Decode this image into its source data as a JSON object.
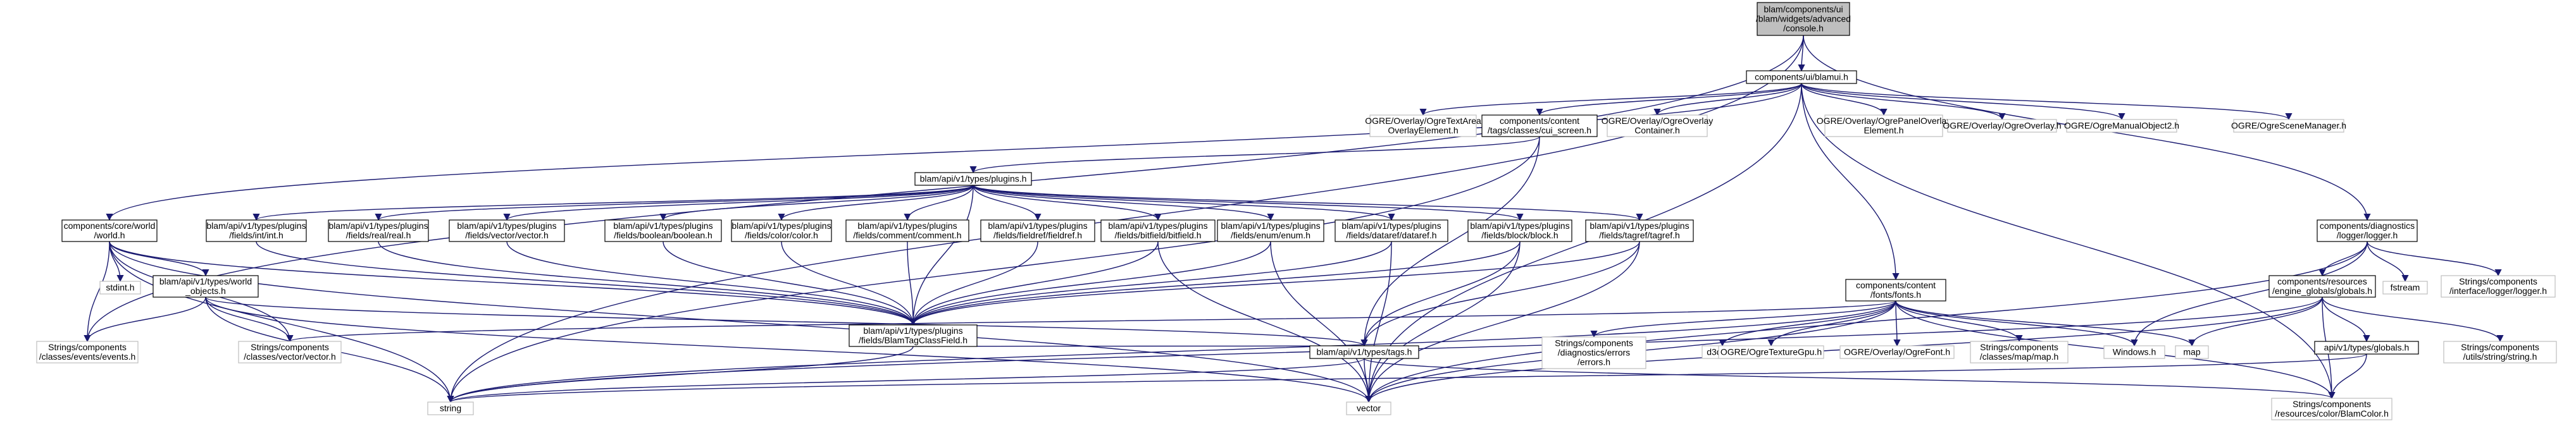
{
  "graph": {
    "nodes": [
      {
        "id": "console",
        "lines": [
          "blam/components/ui",
          "/blam/widgets/advanced",
          "/console.h"
        ],
        "style": "root",
        "interactable": false
      },
      {
        "id": "blamui",
        "lines": [
          "components/ui/blamui.h"
        ],
        "style": "normal",
        "interactable": true
      },
      {
        "id": "ogre_textarea",
        "lines": [
          "OGRE/Overlay/OgreTextArea",
          "OverlayElement.h"
        ],
        "style": "external",
        "interactable": false
      },
      {
        "id": "cui_screen",
        "lines": [
          "components/content",
          "/tags/classes/cui_screen.h"
        ],
        "style": "normal",
        "interactable": true
      },
      {
        "id": "ogre_container",
        "lines": [
          "OGRE/Overlay/OgreOverlay",
          "Container.h"
        ],
        "style": "external",
        "interactable": false
      },
      {
        "id": "ogre_panel",
        "lines": [
          "OGRE/Overlay/OgrePanelOverlay",
          "Element.h"
        ],
        "style": "external",
        "interactable": false
      },
      {
        "id": "ogre_overlay",
        "lines": [
          "OGRE/Overlay/OgreOverlay.h"
        ],
        "style": "external",
        "interactable": false
      },
      {
        "id": "ogre_manual",
        "lines": [
          "OGRE/OgreManualObject2.h"
        ],
        "style": "external",
        "interactable": false
      },
      {
        "id": "ogre_scene",
        "lines": [
          "OGRE/OgreSceneManager.h"
        ],
        "style": "external",
        "interactable": false
      },
      {
        "id": "plugins",
        "lines": [
          "blam/api/v1/types/plugins.h"
        ],
        "style": "normal",
        "interactable": true
      },
      {
        "id": "world",
        "lines": [
          "components/core/world",
          "/world.h"
        ],
        "style": "normal",
        "interactable": true
      },
      {
        "id": "p_int",
        "lines": [
          "blam/api/v1/types/plugins",
          "/fields/int/int.h"
        ],
        "style": "normal",
        "interactable": true
      },
      {
        "id": "p_real",
        "lines": [
          "blam/api/v1/types/plugins",
          "/fields/real/real.h"
        ],
        "style": "normal",
        "interactable": true
      },
      {
        "id": "p_vector",
        "lines": [
          "blam/api/v1/types/plugins",
          "/fields/vector/vector.h"
        ],
        "style": "normal",
        "interactable": true
      },
      {
        "id": "p_boolean",
        "lines": [
          "blam/api/v1/types/plugins",
          "/fields/boolean/boolean.h"
        ],
        "style": "normal",
        "interactable": true
      },
      {
        "id": "p_color",
        "lines": [
          "blam/api/v1/types/plugins",
          "/fields/color/color.h"
        ],
        "style": "normal",
        "interactable": true
      },
      {
        "id": "p_comment",
        "lines": [
          "blam/api/v1/types/plugins",
          "/fields/comment/comment.h"
        ],
        "style": "normal",
        "interactable": true
      },
      {
        "id": "p_fieldref",
        "lines": [
          "blam/api/v1/types/plugins",
          "/fields/fieldref/fieldref.h"
        ],
        "style": "normal",
        "interactable": true
      },
      {
        "id": "p_bitfield",
        "lines": [
          "blam/api/v1/types/plugins",
          "/fields/bitfield/bitfield.h"
        ],
        "style": "normal",
        "interactable": true
      },
      {
        "id": "p_enum",
        "lines": [
          "blam/api/v1/types/plugins",
          "/fields/enum/enum.h"
        ],
        "style": "normal",
        "interactable": true
      },
      {
        "id": "p_dataref",
        "lines": [
          "blam/api/v1/types/plugins",
          "/fields/dataref/dataref.h"
        ],
        "style": "normal",
        "interactable": true
      },
      {
        "id": "p_block",
        "lines": [
          "blam/api/v1/types/plugins",
          "/fields/block/block.h"
        ],
        "style": "normal",
        "interactable": true
      },
      {
        "id": "p_tagref",
        "lines": [
          "blam/api/v1/types/plugins",
          "/fields/tagref/tagref.h"
        ],
        "style": "normal",
        "interactable": true
      },
      {
        "id": "diag_logger",
        "lines": [
          "components/diagnostics",
          "/logger/logger.h"
        ],
        "style": "normal",
        "interactable": true
      },
      {
        "id": "stdint",
        "lines": [
          "stdint.h"
        ],
        "style": "external",
        "interactable": false
      },
      {
        "id": "world_objects",
        "lines": [
          "blam/api/v1/types/world",
          "_objects.h"
        ],
        "style": "normal",
        "interactable": true
      },
      {
        "id": "tagclassfield",
        "lines": [
          "blam/api/v1/types/plugins",
          "/fields/BlamTagClassField.h"
        ],
        "style": "normal",
        "interactable": true
      },
      {
        "id": "fonts",
        "lines": [
          "components/content",
          "/fonts/fonts.h"
        ],
        "style": "normal",
        "interactable": true
      },
      {
        "id": "fstream",
        "lines": [
          "fstream"
        ],
        "style": "external",
        "interactable": false
      },
      {
        "id": "iface_logger",
        "lines": [
          "Strings/components",
          "/interface/logger/logger.h"
        ],
        "style": "external",
        "interactable": false
      },
      {
        "id": "engine_globals",
        "lines": [
          "components/resources",
          "/engine_globals/globals.h"
        ],
        "style": "normal",
        "interactable": true
      },
      {
        "id": "events",
        "lines": [
          "Strings/components",
          "/classes/events/events.h"
        ],
        "style": "external",
        "interactable": false
      },
      {
        "id": "vector_h",
        "lines": [
          "Strings/components",
          "/classes/vector/vector.h"
        ],
        "style": "external",
        "interactable": false
      },
      {
        "id": "tags",
        "lines": [
          "blam/api/v1/types/tags.h"
        ],
        "style": "normal",
        "interactable": true
      },
      {
        "id": "errors",
        "lines": [
          "Strings/components",
          "/diagnostics/errors",
          "/errors.h"
        ],
        "style": "external",
        "interactable": false
      },
      {
        "id": "d3d11",
        "lines": [
          "d3d11.h"
        ],
        "style": "external",
        "interactable": false
      },
      {
        "id": "ogre_texgpu",
        "lines": [
          "OGRE/OgreTextureGpu.h"
        ],
        "style": "external",
        "interactable": false
      },
      {
        "id": "ogre_font",
        "lines": [
          "OGRE/Overlay/OgreFont.h"
        ],
        "style": "external",
        "interactable": false
      },
      {
        "id": "map_h",
        "lines": [
          "Strings/components",
          "/classes/map/map.h"
        ],
        "style": "external",
        "interactable": false
      },
      {
        "id": "windows",
        "lines": [
          "Windows.h"
        ],
        "style": "external",
        "interactable": false
      },
      {
        "id": "map",
        "lines": [
          "map"
        ],
        "style": "external",
        "interactable": false
      },
      {
        "id": "api_globals",
        "lines": [
          "api/v1/types/globals.h"
        ],
        "style": "normal",
        "interactable": true
      },
      {
        "id": "string_h",
        "lines": [
          "Strings/components",
          "/utils/string/string.h"
        ],
        "style": "external",
        "interactable": false
      },
      {
        "id": "string",
        "lines": [
          "string"
        ],
        "style": "external",
        "interactable": false
      },
      {
        "id": "vector",
        "lines": [
          "vector"
        ],
        "style": "external",
        "interactable": false
      },
      {
        "id": "blamcolor",
        "lines": [
          "Strings/components",
          "/resources/color/BlamColor.h"
        ],
        "style": "external",
        "interactable": false
      }
    ],
    "edges": [
      [
        "console",
        "blamui"
      ],
      [
        "console",
        "diag_logger"
      ],
      [
        "console",
        "events"
      ],
      [
        "console",
        "string"
      ],
      [
        "blamui",
        "ogre_textarea"
      ],
      [
        "blamui",
        "cui_screen"
      ],
      [
        "blamui",
        "ogre_container"
      ],
      [
        "blamui",
        "ogre_panel"
      ],
      [
        "blamui",
        "ogre_overlay"
      ],
      [
        "blamui",
        "ogre_manual"
      ],
      [
        "blamui",
        "ogre_scene"
      ],
      [
        "blamui",
        "world"
      ],
      [
        "blamui",
        "fonts"
      ],
      [
        "blamui",
        "vector"
      ],
      [
        "blamui",
        "blamcolor"
      ],
      [
        "cui_screen",
        "plugins"
      ],
      [
        "cui_screen",
        "tags"
      ],
      [
        "cui_screen",
        "string"
      ],
      [
        "plugins",
        "p_int"
      ],
      [
        "plugins",
        "p_real"
      ],
      [
        "plugins",
        "p_vector"
      ],
      [
        "plugins",
        "p_boolean"
      ],
      [
        "plugins",
        "p_color"
      ],
      [
        "plugins",
        "p_comment"
      ],
      [
        "plugins",
        "p_fieldref"
      ],
      [
        "plugins",
        "p_bitfield"
      ],
      [
        "plugins",
        "p_enum"
      ],
      [
        "plugins",
        "p_dataref"
      ],
      [
        "plugins",
        "p_block"
      ],
      [
        "plugins",
        "p_tagref"
      ],
      [
        "plugins",
        "tagclassfield"
      ],
      [
        "p_int",
        "tagclassfield"
      ],
      [
        "p_real",
        "tagclassfield"
      ],
      [
        "p_vector",
        "tagclassfield"
      ],
      [
        "p_boolean",
        "tagclassfield"
      ],
      [
        "p_color",
        "tagclassfield"
      ],
      [
        "p_comment",
        "tagclassfield"
      ],
      [
        "p_fieldref",
        "tagclassfield"
      ],
      [
        "p_bitfield",
        "tagclassfield"
      ],
      [
        "p_enum",
        "tagclassfield"
      ],
      [
        "p_dataref",
        "tagclassfield"
      ],
      [
        "p_block",
        "tagclassfield"
      ],
      [
        "p_tagref",
        "tagclassfield"
      ],
      [
        "p_bitfield",
        "vector"
      ],
      [
        "p_enum",
        "vector"
      ],
      [
        "p_dataref",
        "vector"
      ],
      [
        "p_block",
        "vector"
      ],
      [
        "p_block",
        "tags"
      ],
      [
        "p_tagref",
        "tags"
      ],
      [
        "p_tagref",
        "vector"
      ],
      [
        "tagclassfield",
        "tags"
      ],
      [
        "tagclassfield",
        "string"
      ],
      [
        "world",
        "stdint"
      ],
      [
        "world",
        "world_objects"
      ],
      [
        "world",
        "events"
      ],
      [
        "world",
        "vector_h"
      ],
      [
        "world",
        "string"
      ],
      [
        "world",
        "vector"
      ],
      [
        "world",
        "tagclassfield"
      ],
      [
        "world_objects",
        "events"
      ],
      [
        "world_objects",
        "vector_h"
      ],
      [
        "world_objects",
        "tags"
      ],
      [
        "world_objects",
        "string"
      ],
      [
        "world_objects",
        "vector"
      ],
      [
        "tags",
        "string"
      ],
      [
        "tags",
        "vector"
      ],
      [
        "tags",
        "blamcolor"
      ],
      [
        "fonts",
        "vector_h"
      ],
      [
        "fonts",
        "errors"
      ],
      [
        "fonts",
        "d3d11"
      ],
      [
        "fonts",
        "ogre_texgpu"
      ],
      [
        "fonts",
        "ogre_font"
      ],
      [
        "fonts",
        "map_h"
      ],
      [
        "fonts",
        "windows"
      ],
      [
        "fonts",
        "map"
      ],
      [
        "fonts",
        "string"
      ],
      [
        "fonts",
        "vector"
      ],
      [
        "fonts",
        "blamcolor"
      ],
      [
        "diag_logger",
        "fstream"
      ],
      [
        "diag_logger",
        "iface_logger"
      ],
      [
        "diag_logger",
        "engine_globals"
      ],
      [
        "diag_logger",
        "windows"
      ],
      [
        "diag_logger",
        "vector"
      ],
      [
        "engine_globals",
        "map"
      ],
      [
        "engine_globals",
        "api_globals"
      ],
      [
        "engine_globals",
        "string_h"
      ],
      [
        "engine_globals",
        "string"
      ],
      [
        "engine_globals",
        "vector"
      ],
      [
        "engine_globals",
        "blamcolor"
      ],
      [
        "api_globals",
        "string"
      ],
      [
        "api_globals",
        "blamcolor"
      ]
    ]
  },
  "colors": {
    "edge": "#191970",
    "root_fill": "#bfbfbf",
    "root_border": "#000000",
    "normal_fill": "#ffffff",
    "normal_border": "#000000",
    "external_border": "#bfbfbf",
    "text": "#000000"
  }
}
